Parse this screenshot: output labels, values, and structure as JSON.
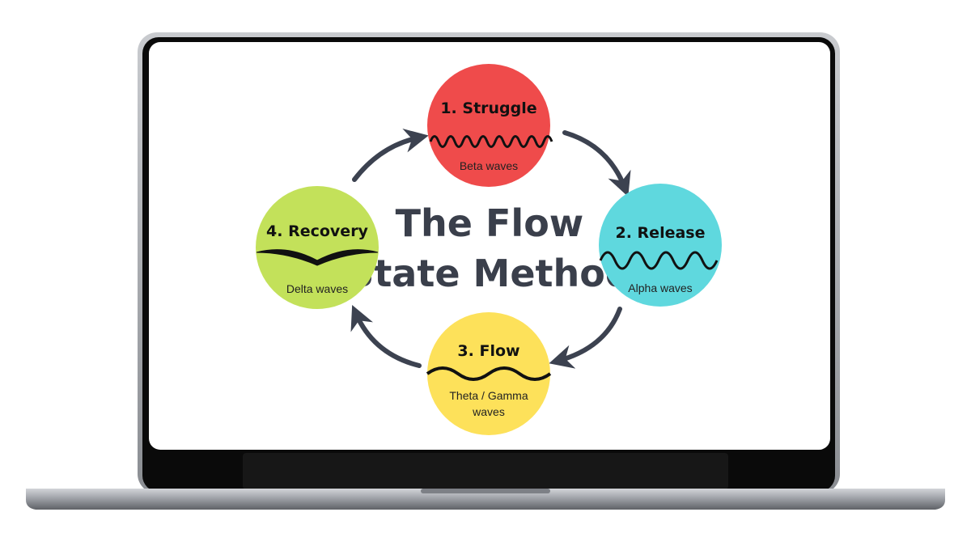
{
  "title": {
    "line1": "The Flow",
    "line2": "State Method"
  },
  "nodes": [
    {
      "label": "1. Struggle",
      "sub": "Beta waves",
      "color": "#ef4b4b"
    },
    {
      "label": "2. Release",
      "sub": "Alpha waves",
      "color": "#5fd8de"
    },
    {
      "label": "3. Flow",
      "sub_line1": "Theta / Gamma",
      "sub_line2": "waves",
      "color": "#fde15a"
    },
    {
      "label": "4. Recovery",
      "sub": "Delta waves",
      "color": "#c3e15a"
    }
  ],
  "colors": {
    "arrow": "#3c4250",
    "bezel": "#0a0a0a",
    "screen": "#ffffff",
    "base": "#9a9da3"
  },
  "icons": [
    "cycle-arrow-icon",
    "wave-icon",
    "laptop-icon"
  ]
}
